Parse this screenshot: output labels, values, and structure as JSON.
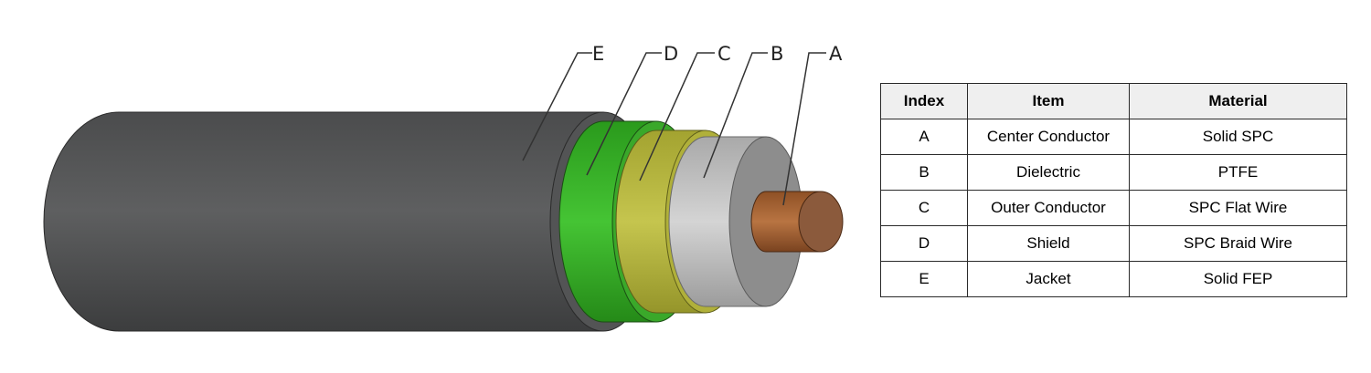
{
  "diagram": {
    "callouts": [
      "E",
      "D",
      "C",
      "B",
      "A"
    ],
    "layers": [
      {
        "key": "E",
        "color": "#555657"
      },
      {
        "key": "D",
        "color": "#2ea620"
      },
      {
        "key": "C",
        "color": "#b3b33a"
      },
      {
        "key": "B",
        "color": "#b9b9b9"
      },
      {
        "key": "A",
        "color": "#a66535"
      }
    ]
  },
  "table": {
    "headers": [
      "Index",
      "Item",
      "Material"
    ],
    "rows": [
      [
        "A",
        "Center Conductor",
        "Solid SPC"
      ],
      [
        "B",
        "Dielectric",
        "PTFE"
      ],
      [
        "C",
        "Outer Conductor",
        "SPC Flat Wire"
      ],
      [
        "D",
        "Shield",
        "SPC Braid Wire"
      ],
      [
        "E",
        "Jacket",
        "Solid FEP"
      ]
    ]
  }
}
